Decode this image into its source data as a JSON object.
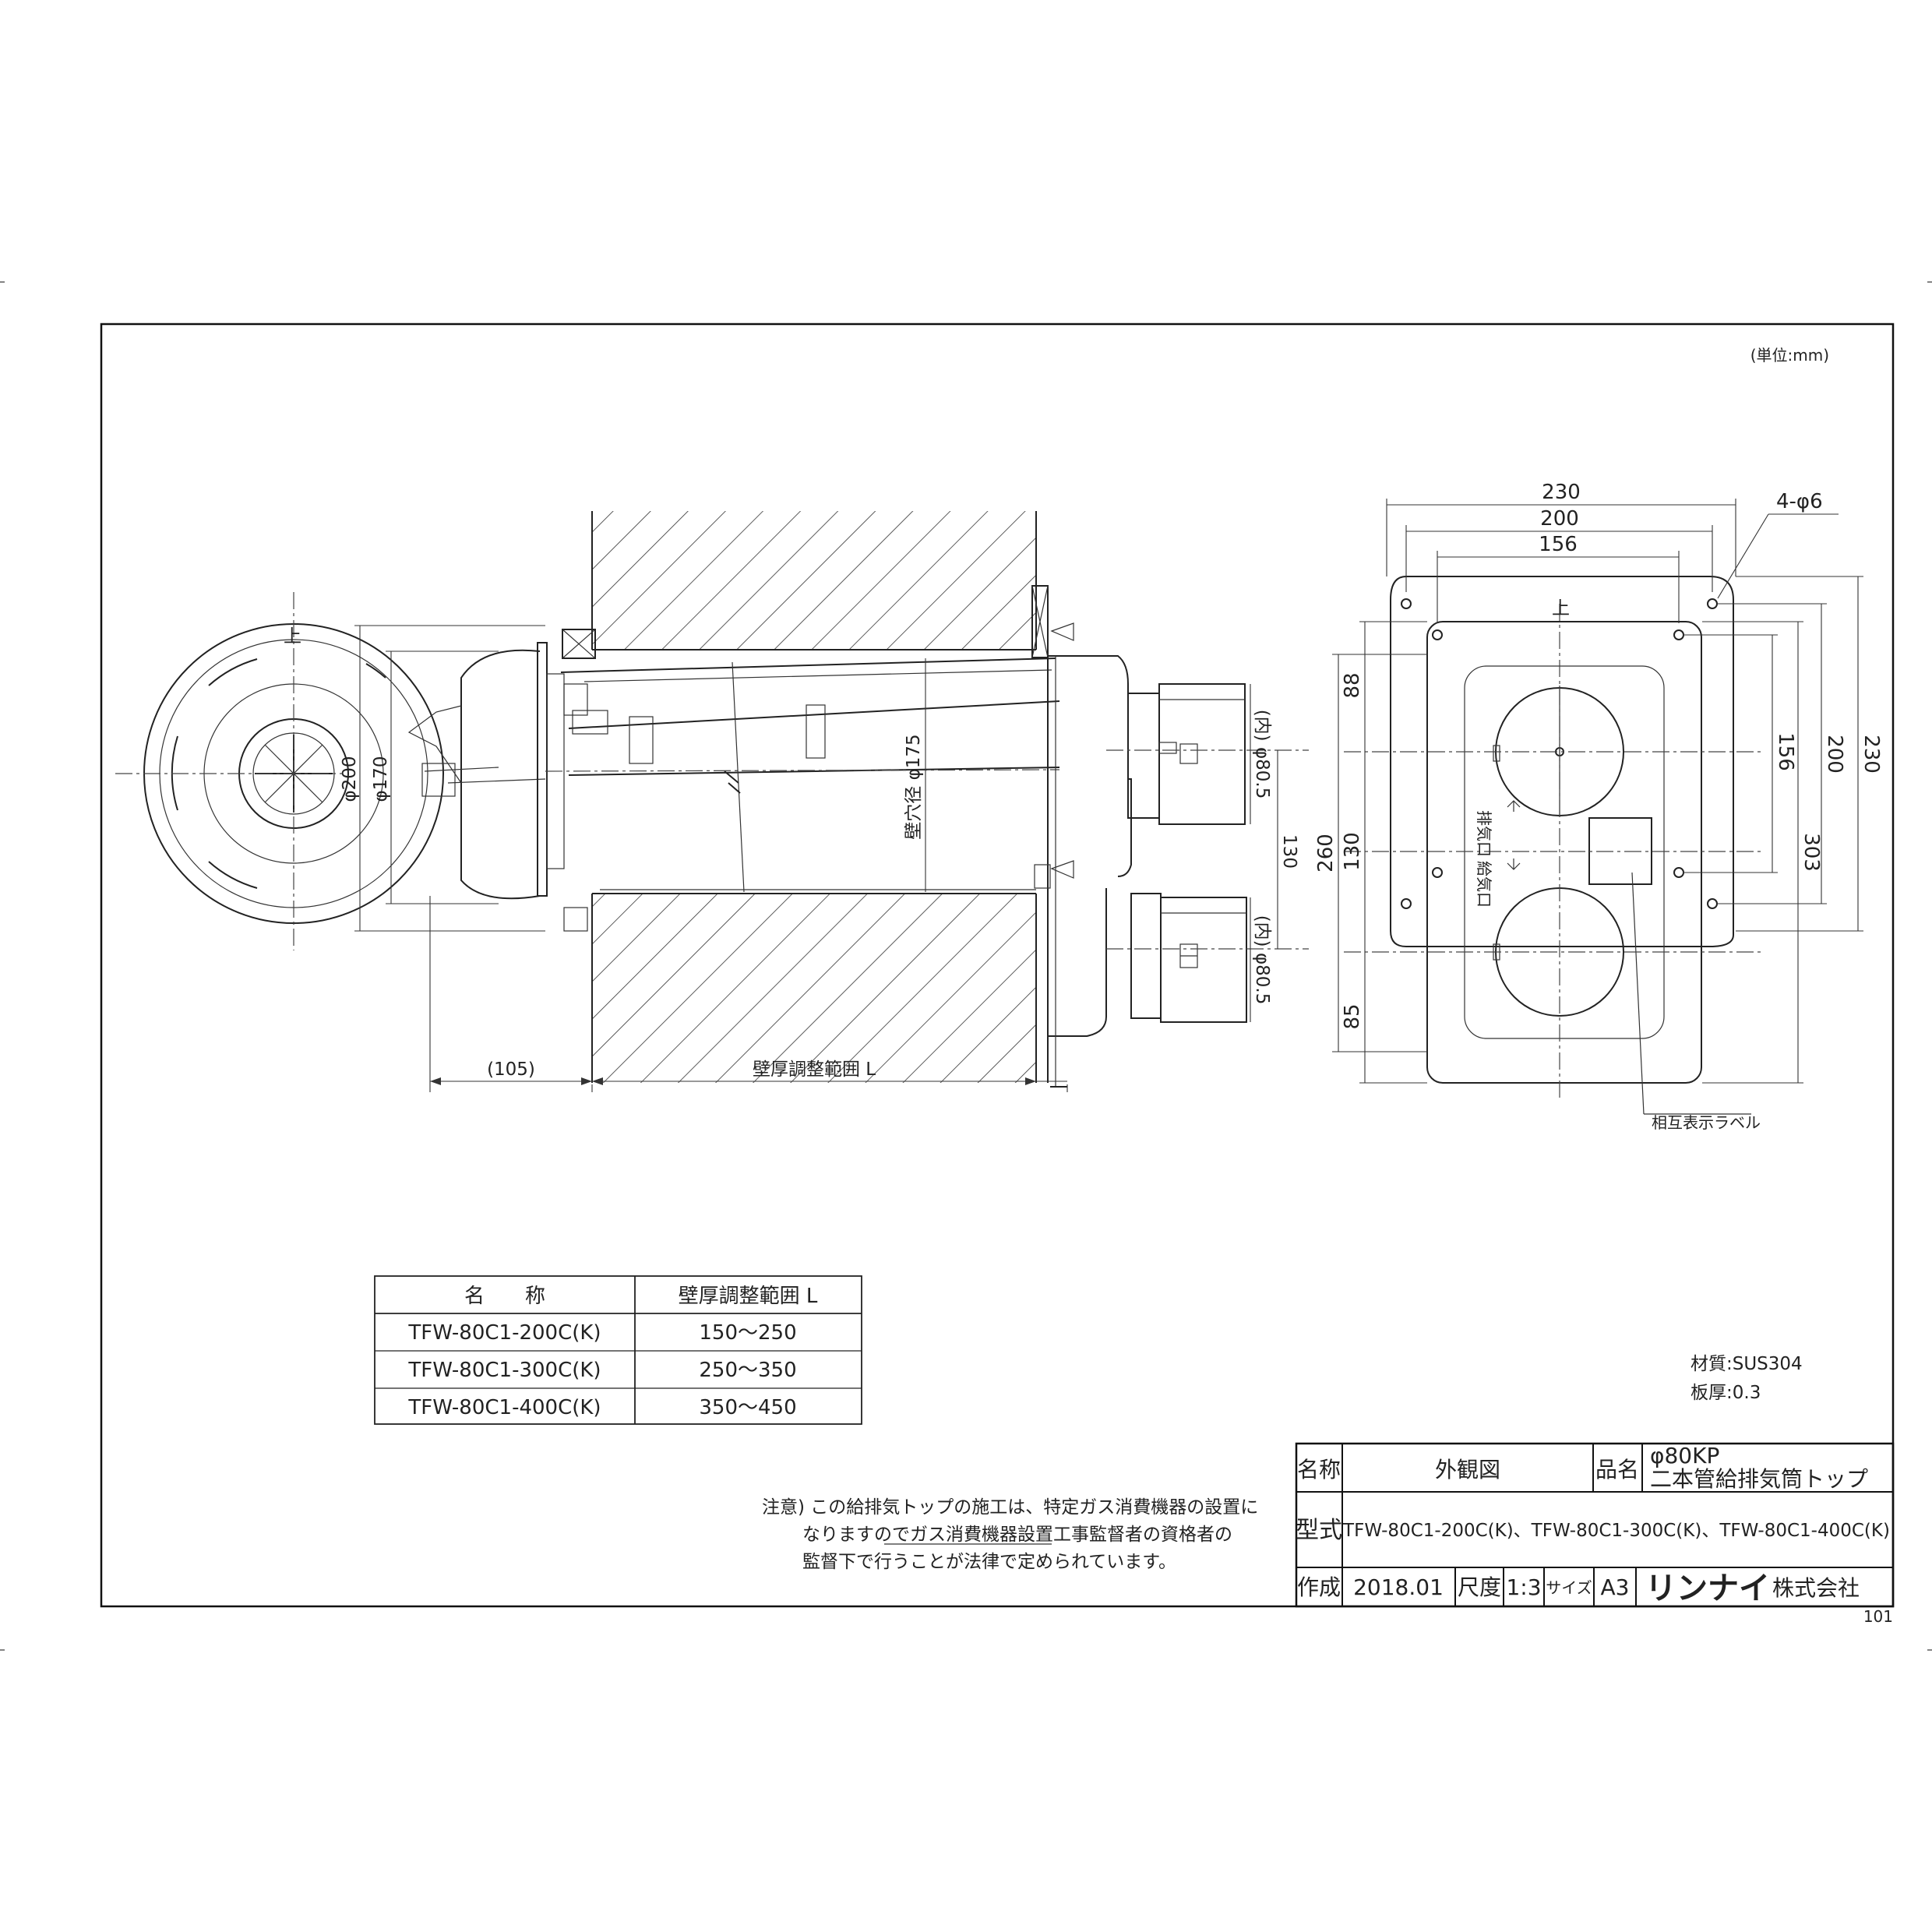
{
  "unit_note": "(単位:mm)",
  "dimensions": {
    "front": {
      "w230": "230",
      "w200": "200",
      "w156": "156",
      "holes": "4-φ6",
      "v88": "88",
      "v130": "130",
      "v85": "85",
      "v260": "260",
      "v156": "156",
      "v303": "303",
      "v200": "200",
      "v230": "230"
    },
    "side": {
      "d200": "φ200",
      "d170": "φ170",
      "hole": "壁穴径 φ175",
      "pipe1": "(内) φ80.5",
      "pipe2": "(内) φ80.5",
      "c130": "130",
      "d105": "(105)",
      "range": "壁厚調整範囲 L"
    }
  },
  "labels": {
    "top_mark_left": "上",
    "top_mark_right": "上",
    "exhaust": "排気口",
    "intake": "給気口",
    "mutual_label": "相互表示ラベル"
  },
  "material": {
    "mat": "材質:SUS304",
    "thick": "板厚:0.3"
  },
  "table": {
    "headers": [
      "名　　称",
      "壁厚調整範囲 L"
    ],
    "rows": [
      [
        "TFW-80C1-200C(K)",
        "150～250"
      ],
      [
        "TFW-80C1-300C(K)",
        "250～350"
      ],
      [
        "TFW-80C1-400C(K)",
        "350～450"
      ]
    ]
  },
  "notice": {
    "line1": "注意) この給排気トップの施工は、特定ガス消費機器の設置に",
    "line2": "なりますのでガス消費機器設置工事監督者の資格者の",
    "line3": "監督下で行うことが法律で定められています。"
  },
  "title_block": {
    "name_label": "名称",
    "name_value": "外観図",
    "product_label": "品名",
    "product_line1": "φ80KP",
    "product_line2": "二本管給排気筒トップ",
    "model_label": "型式",
    "model_value": "TFW-80C1-200C(K)、TFW-80C1-300C(K)、TFW-80C1-400C(K)",
    "made_label": "作成",
    "made_value": "2018.01",
    "scale_label": "尺度",
    "scale_value": "1:3",
    "size_label": "サイズ",
    "size_value": "A3",
    "company_brand": "リンナイ",
    "company_suffix": "株式会社"
  },
  "sheet_no": "101"
}
